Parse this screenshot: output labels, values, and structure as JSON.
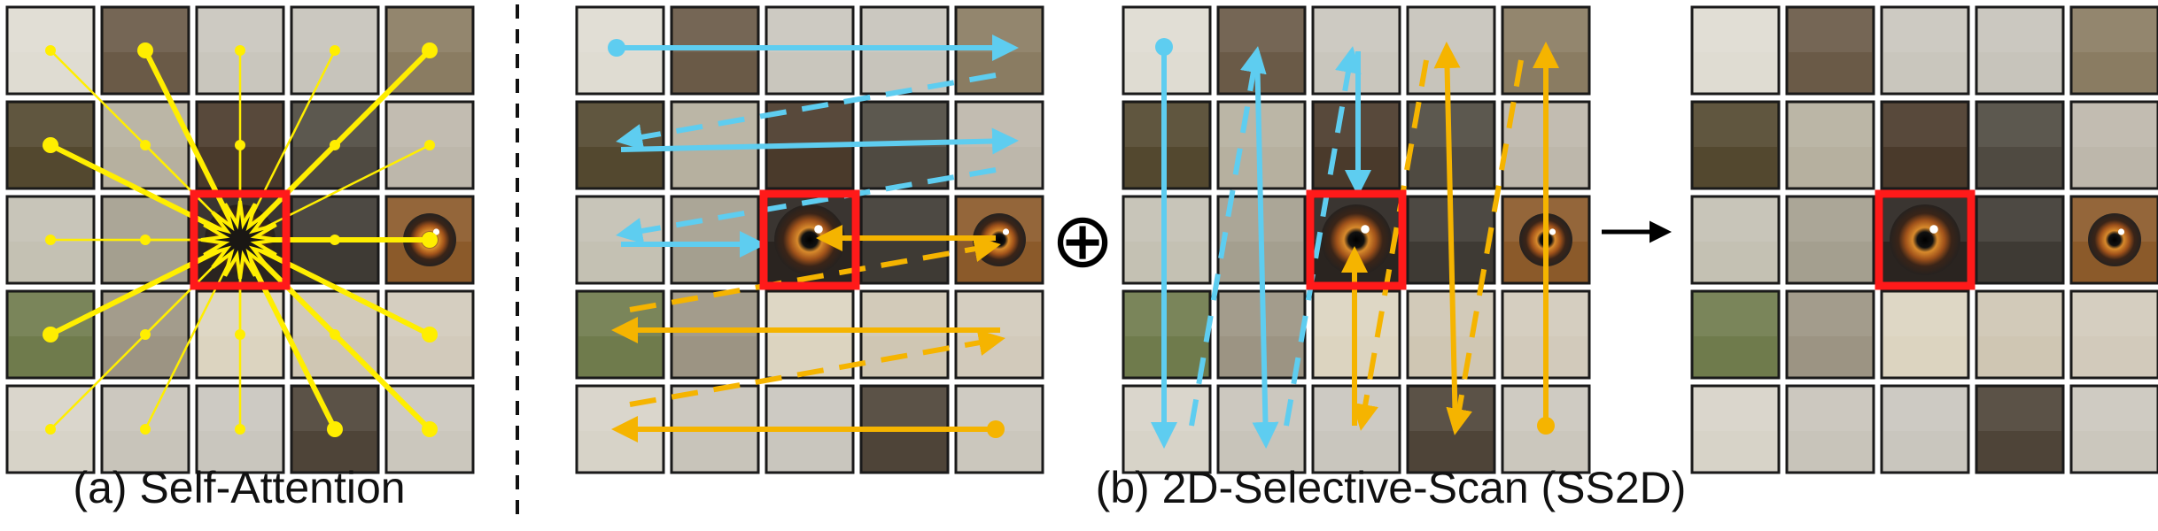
{
  "captions": {
    "a": "(a) Self-Attention",
    "b": "(b) 2D-Selective-Scan (SS2D)"
  },
  "symbols": {
    "combine": "⊕",
    "result": "→"
  },
  "grid": {
    "rows": 5,
    "cols": 5,
    "center_patch": [
      2,
      2
    ]
  },
  "colors": {
    "attention": "#ffee00",
    "scan_blue": "#5ecdf0",
    "scan_orange": "#f5b400",
    "highlight": "#ff1a1a",
    "cell_border": "#1a1a1a"
  }
}
